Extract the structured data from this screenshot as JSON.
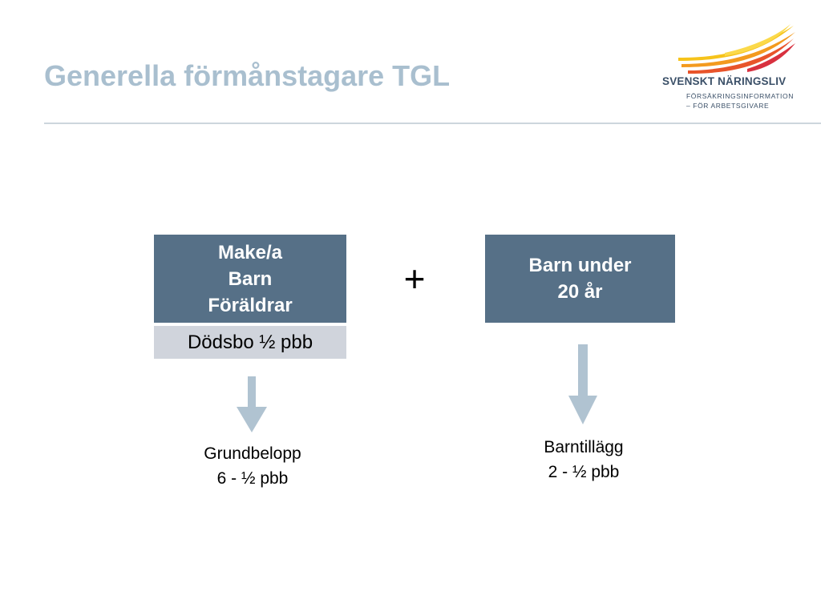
{
  "slide": {
    "title": "Generella förmånstagare TGL"
  },
  "logo": {
    "name": "SVENSKT NÄRINGSLIV",
    "subtitle_line1": "FÖRSÄKRINGSINFORMATION",
    "subtitle_line2": "– FÖR ARBETSGIVARE"
  },
  "diagram": {
    "left_box": {
      "lines": [
        "Make/a",
        "Barn",
        "Föräldrar"
      ],
      "sub_label": "Dödsbo ½ pbb"
    },
    "operator": "+",
    "right_box": {
      "lines": [
        "Barn under",
        "20 år"
      ]
    },
    "left_result": {
      "lines": [
        "Grundbelopp",
        "6 - ½ pbb"
      ]
    },
    "right_result": {
      "lines": [
        "Barntillägg",
        "2 - ½ pbb"
      ]
    }
  },
  "colors": {
    "title": "#a9bfcf",
    "box_fill": "#567087",
    "sub_box_fill": "#d0d4dc",
    "arrow": "#b0c3d1"
  }
}
